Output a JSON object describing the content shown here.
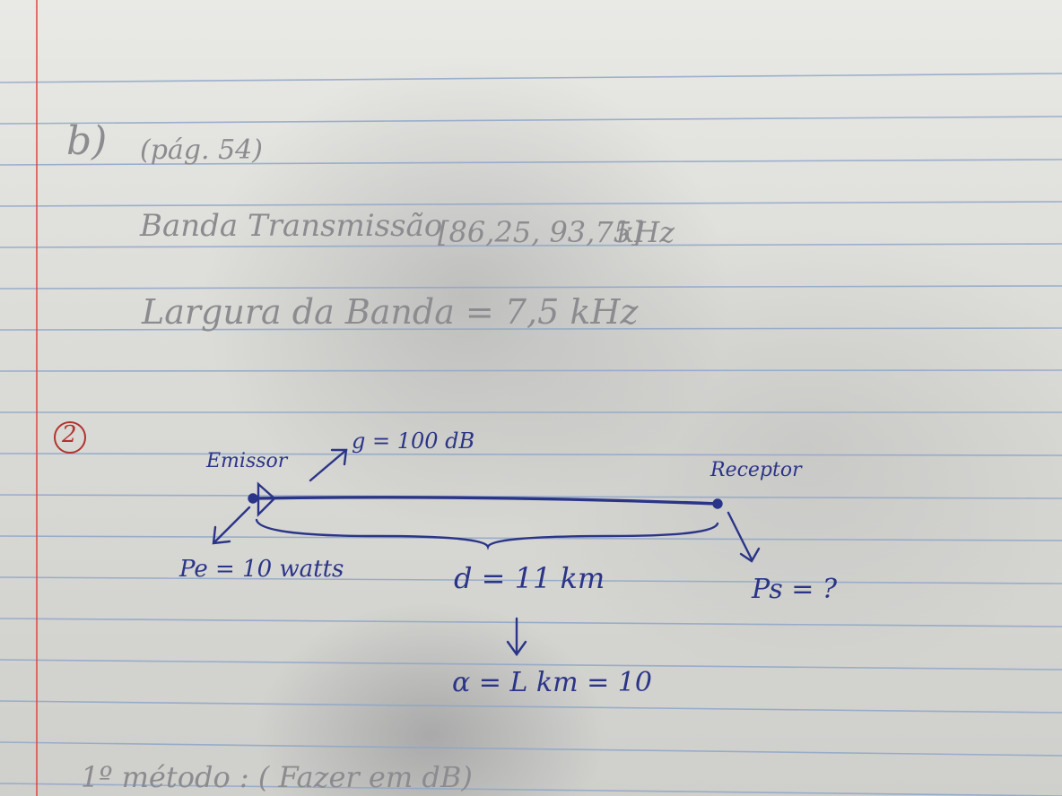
{
  "notes": {
    "item_b_label": "b)",
    "page_ref": "(pág. 54)",
    "banda_label": "Banda Transmissão",
    "banda_range": "[86,25, 93,75]",
    "banda_unit": "kHz",
    "largura_line": "Largura da Banda = 7,5 kHz"
  },
  "problem": {
    "number": "2",
    "emissor_label": "Emissor",
    "gain_label": "g = 100 dB",
    "receptor_label": "Receptor",
    "pe_label": "Pe = 10 watts",
    "distance_label": "d = 11 km",
    "ps_label": "Ps = ?",
    "alpha_label": "α = L km = 10",
    "bottom_line": "1º método :   ( Fazer em dB)"
  },
  "colors": {
    "pencil": "#8c8c90",
    "ink": "#2b3587",
    "margin": "#dc4646",
    "rule": "#8fa6c8"
  }
}
